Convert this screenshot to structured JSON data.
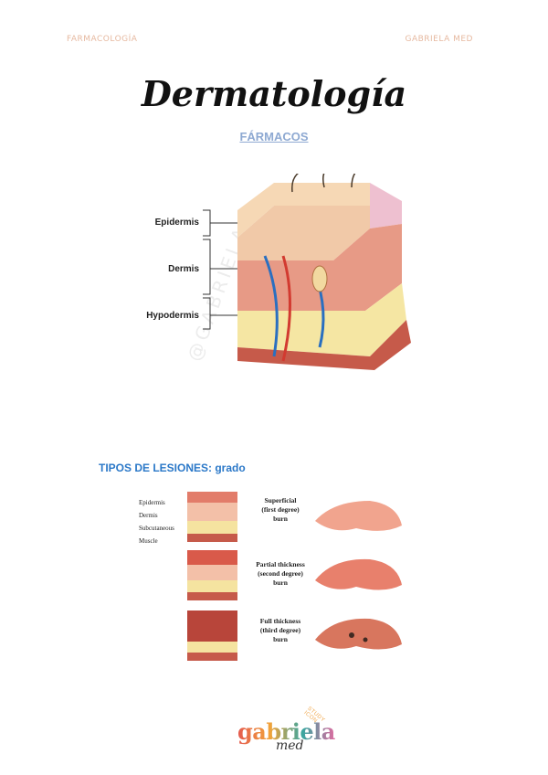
{
  "header": {
    "left": "FARMACOLOGÍA",
    "right": "GABRIELA MED"
  },
  "title": "Dermatología",
  "subtitle": "FÁRMACOS",
  "watermark": "@GABRIELA_",
  "skin_diagram": {
    "labels": [
      "Epidermis",
      "Dermis",
      "Hypodermis"
    ]
  },
  "section_heading": "TIPOS DE LESIONES: grado",
  "burn_diagram": {
    "layer_labels": [
      "Epidermis",
      "Dermis",
      "Subcutaneous",
      "Muscle"
    ],
    "burns": [
      {
        "line1": "Superficial",
        "line2": "(first degree)",
        "line3": "burn"
      },
      {
        "line1": "Partial thickness",
        "line2": "(second degree)",
        "line3": "burn"
      },
      {
        "line1": "Full thickness",
        "line2": "(third degree)",
        "line3": "burn"
      }
    ]
  },
  "logo": {
    "main": "gabriela",
    "sub": "med",
    "tag": "STUDY ICON"
  },
  "colors": {
    "header": "#e6b9a0",
    "subtitle": "#8ea9d2",
    "section": "#2b78c8"
  }
}
